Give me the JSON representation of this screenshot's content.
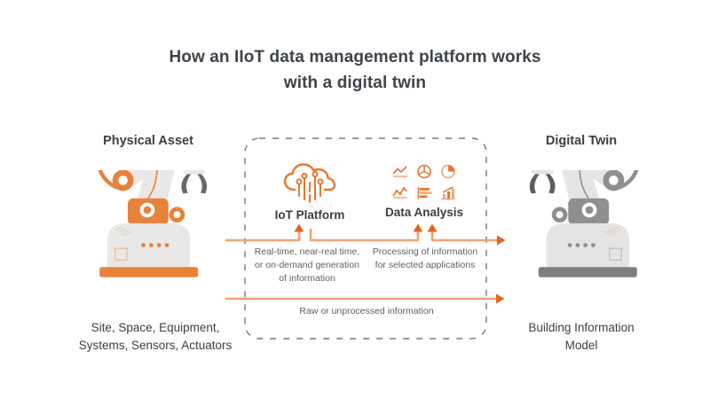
{
  "title": {
    "text": "How an IIoT data management platform works\nwith a digital twin"
  },
  "physical": {
    "label": "Physical Asset",
    "caption": "Site, Space, Equipment,\nSystems, Sensors, Actuators",
    "illustration": "orange-robot-arm"
  },
  "digital": {
    "label": "Digital Twin",
    "caption": "Building Information\nModel",
    "illustration": "gray-robot-arm"
  },
  "box": {
    "iot_label": "IoT Platform",
    "iot_icon": "cloud-circuit-icon",
    "analysis_label": "Data Analysis",
    "analysis_icons": [
      "line-chart-icon",
      "pie-chart-icon",
      "donut-chart-icon",
      "trend-chart-icon",
      "horizontal-bar-chart-icon",
      "bar-growth-chart-icon"
    ]
  },
  "flows": {
    "realtime": "Real-time, near-real time,\nor on-demand generation\nof information",
    "processing": "Processing of information\nfor selected applications",
    "raw": "Raw or unprocessed information"
  },
  "colors": {
    "accent_orange": "#e8823b",
    "arrow_line": "#f2a173",
    "arrow_head": "#e2661c",
    "icon_orange": "#e8762d",
    "text_dark": "#3b4045",
    "text_secondary": "#5c6165",
    "dash_border": "#75797e",
    "robot_body_gray": "#eae8e6",
    "robot_gray_accent": "#908f8e"
  }
}
